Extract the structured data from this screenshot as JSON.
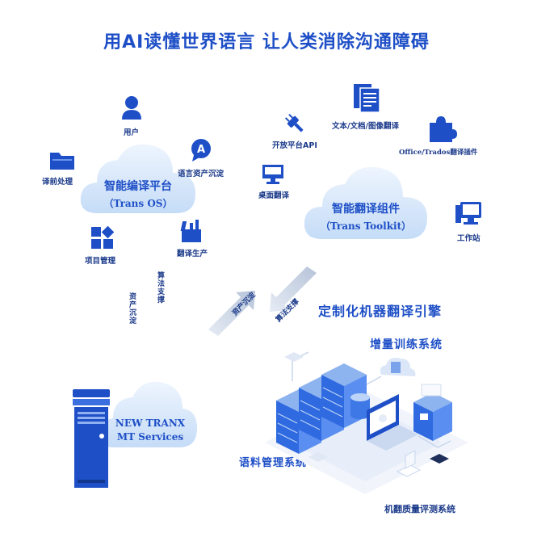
{
  "title": "用AI读懂世界语言  让人类消除沟通障碍",
  "platform": {
    "name": "智能编译平台",
    "sub": "（Trans OS）"
  },
  "toolkit": {
    "name": "智能翻译组件",
    "sub": "（Trans Toolkit）"
  },
  "mt_services": {
    "line1": "NEW TRANX",
    "line2": "MT Services"
  },
  "engine": {
    "title": "定制化机器翻译引擎"
  },
  "platform_items": {
    "user": "用户",
    "preprocess": "译前处理",
    "asset": "语言资产沉淀",
    "project": "项目管理",
    "production": "翻译生产"
  },
  "toolkit_items": {
    "api": "开放平台API",
    "docs": "文本/文档/图像翻译",
    "plugin": "Office/Trados翻译插件",
    "desktop": "桌面翻译",
    "workstation": "工作站"
  },
  "flows": {
    "algo_support_1": "算法支撑",
    "asset_deposit_1": "资产沉淀",
    "asset_deposit_2": "资产沉淀",
    "algo_support_2": "算法支撑"
  },
  "engine_parts": {
    "incremental": "增量训练系统",
    "corpus": "语料管理系统",
    "quality": "机翻质量评测系统"
  },
  "icons": {
    "user": "user-icon",
    "folder": "folder-icon",
    "asset": "translate-a-icon",
    "project": "grid-icon",
    "factory": "factory-icon",
    "plug": "plug-icon",
    "document": "document-icon",
    "puzzle": "puzzle-icon",
    "monitor": "monitor-icon",
    "workstation": "workstation-icon",
    "server": "server-icon"
  },
  "colors": {
    "primary": "#1e4fc7",
    "cloud": "#d9e8fb",
    "dark": "#1b3a8a"
  }
}
